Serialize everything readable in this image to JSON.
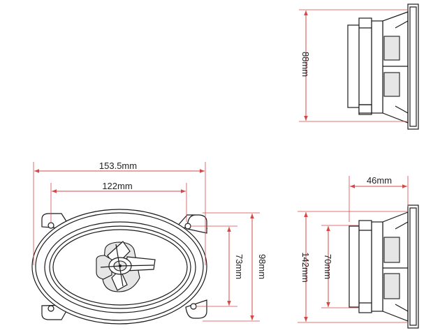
{
  "labels": {
    "top_height": "88mm",
    "front_width_outer": "153.5mm",
    "front_width_inner": "122mm",
    "front_height_inner": "73mm",
    "front_height_outer": "98mm",
    "side_depth": "46mm",
    "side_height_outer": "142mm",
    "side_height_inner": "70mm"
  },
  "colors": {
    "dimension_line": "#d64848",
    "outline": "#1a1a1a",
    "fill_gray": "#e6e6e6"
  }
}
